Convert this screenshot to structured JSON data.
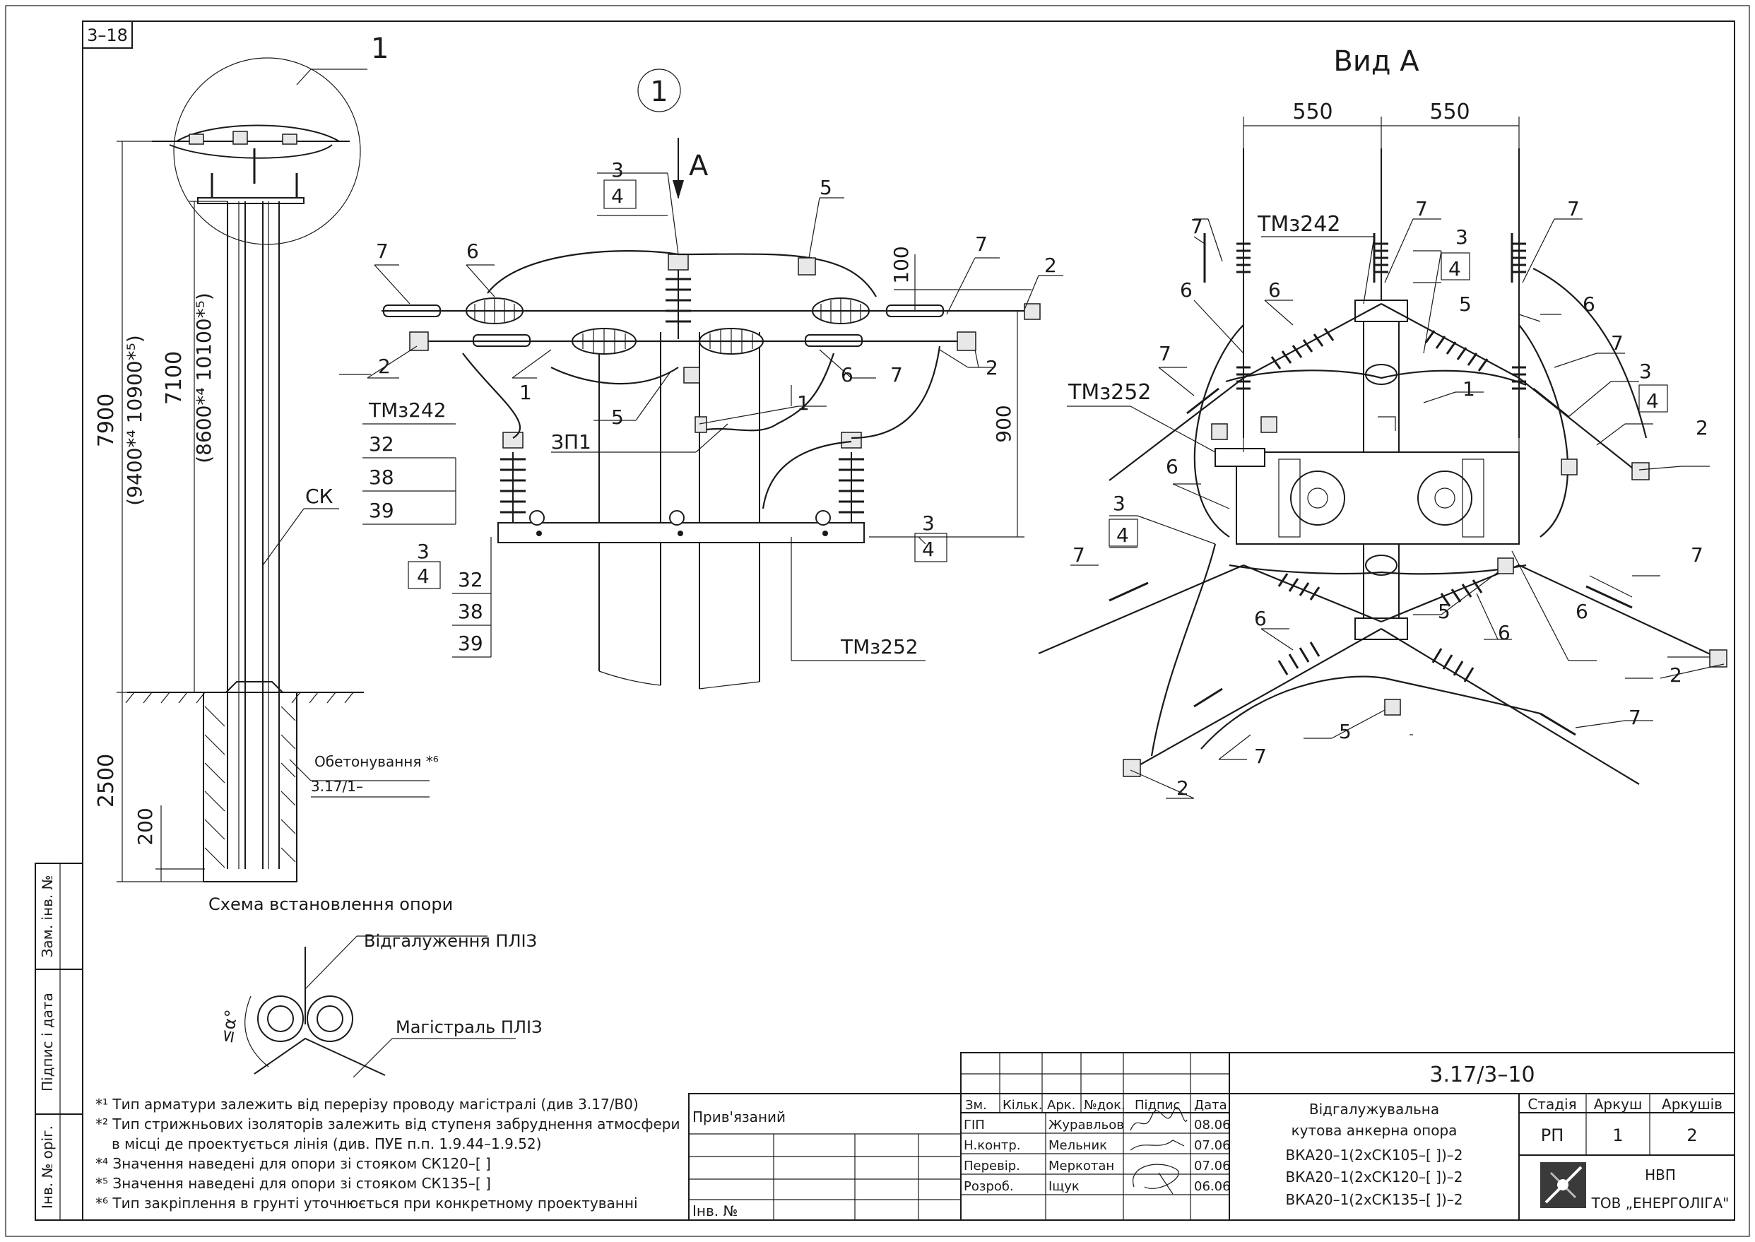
{
  "sheet": {
    "corner_tag": "3–18",
    "callout_main": "1",
    "detail_number": "1",
    "view_a_arrow_label": "А",
    "view_a_title": "Вид А"
  },
  "side_labels": {
    "replaced_inv": "Зам. інв. №",
    "signature_date": "Підпис і дата",
    "inv_original": "Інв. № оріг."
  },
  "installation": {
    "title": "Схема встановлення опори",
    "dims": {
      "total": "7900",
      "total_alt": "(9400*⁴ 10900*⁵)",
      "mid": "7100",
      "mid_alt": "(8600*⁴ 10100*⁵)",
      "depth": "2500",
      "bottom": "200"
    },
    "ck_label": "СК",
    "concrete_label": "Обетонування *⁶",
    "concrete_ref": "3.17/1–"
  },
  "detail": {
    "dims": {
      "d100": "100",
      "d900": "900"
    },
    "labels": {
      "tm242": "ТМз242",
      "tm252": "ТМз252",
      "zp1": "ЗП1",
      "n32": "32",
      "n38": "38",
      "n39": "39",
      "n1": "1",
      "n2": "2",
      "n3": "3",
      "n4": "4",
      "n5": "5",
      "n6": "6",
      "n7": "7"
    }
  },
  "view_a": {
    "dims": {
      "left": "550",
      "right": "550"
    },
    "labels": {
      "tm242": "ТМз242",
      "tm252": "ТМз252"
    }
  },
  "branch_scheme": {
    "branch_label": "Відгалуження ПЛІЗ",
    "main_label": "Магістраль ПЛІЗ",
    "angle_label": "≤α°"
  },
  "notes": [
    "*¹ Тип арматури залежить від перерізу проводу магістралі (див 3.17/В0)",
    "*² Тип стрижньових ізоляторів залежить від ступеня забруднення атмосфери",
    "в місці де проектується лінія (див. ПУЕ п.п. 1.9.44–1.9.52)",
    "*⁴ Значення наведені для опори зі стояком СК120–[  ]",
    "*⁵ Значення наведені для опори зі стояком СК135–[  ]",
    "*⁶ Тип закріплення в грунті уточнюється при конкретному проектуванні"
  ],
  "title_block": {
    "privyazaniy": "Прив'язаний",
    "inv_no": "Інв. №",
    "headers": [
      "Зм.",
      "Кільк.",
      "Арк.",
      "№док.",
      "Підпис",
      "Дата"
    ],
    "people": [
      {
        "role": "ГІП",
        "name": "Журавльов",
        "date": "08.06"
      },
      {
        "role": "Н.контр.",
        "name": "Мельник",
        "date": "07.06"
      },
      {
        "role": "Перевір.",
        "name": "Меркотан",
        "date": "07.06"
      },
      {
        "role": "Розроб.",
        "name": "Іщук",
        "date": "06.06"
      }
    ],
    "doc_code": "3.17/3–10",
    "description": [
      "Відгалужувальна",
      "кутова анкерна опора",
      "ВКА20–1(2хСК105–[  ])–2",
      "ВКА20–1(2хСК120–[  ])–2",
      "ВКА20–1(2хСК135–[  ])–2"
    ],
    "stage_header": "Стадія",
    "sheet_header": "Аркуш",
    "sheets_header": "Аркушів",
    "stage": "РП",
    "sheet": "1",
    "sheets": "2",
    "company_line1": "НВП",
    "company_line2": "ТОВ „ЕНЕРГОЛІГА\""
  }
}
